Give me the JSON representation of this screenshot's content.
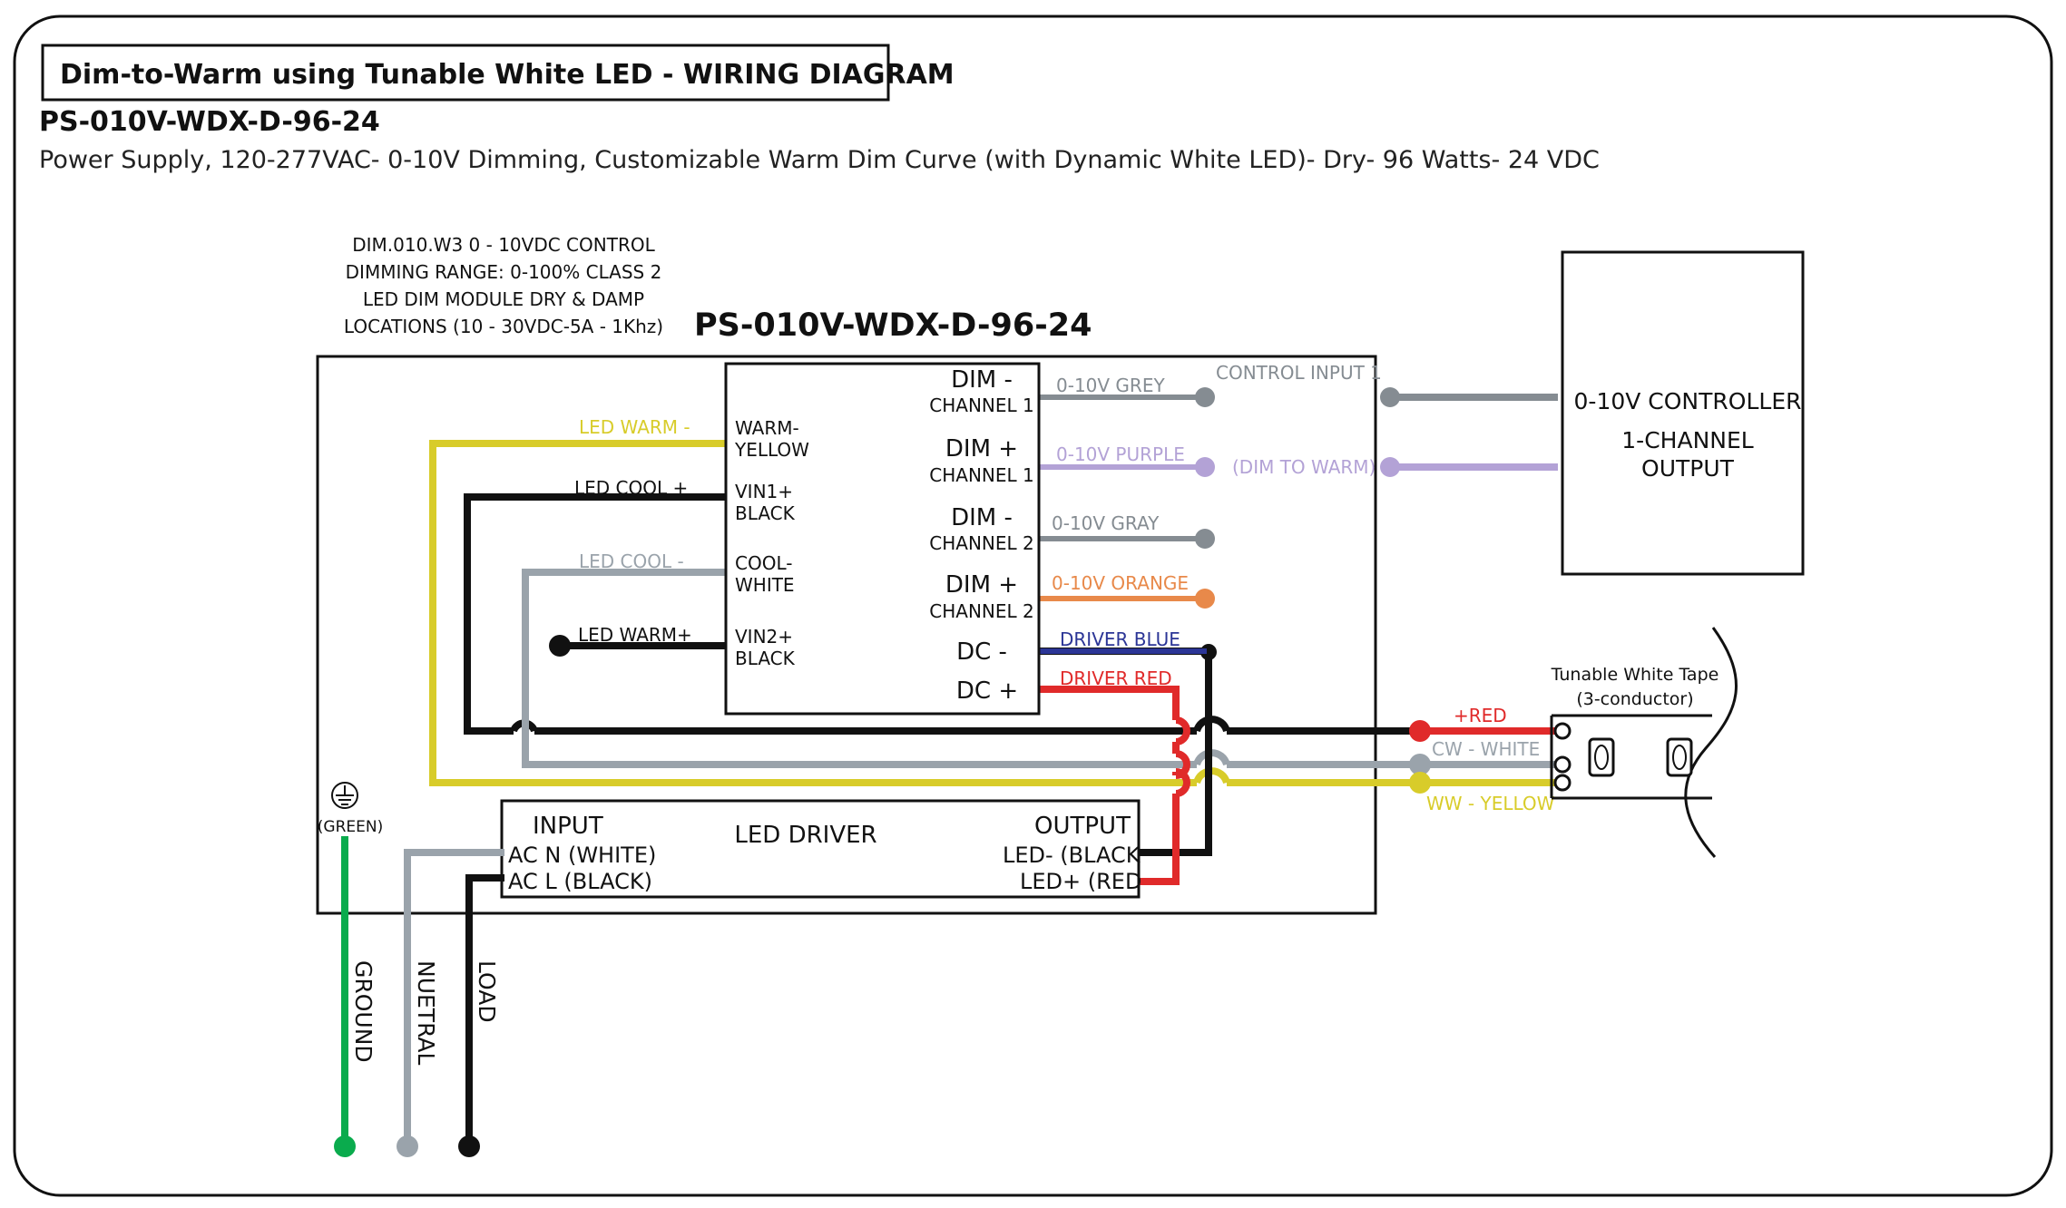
{
  "header": {
    "title": "Dim-to-Warm using Tunable White LED - WIRING DIAGRAM",
    "model": "PS-010V-WDX-D-96-24",
    "description": "Power Supply, 120-277VAC- 0-10V Dimming, Customizable Warm Dim Curve (with Dynamic White LED)- Dry- 96 Watts- 24 VDC"
  },
  "module_spec": {
    "line1": "DIM.010.W3 0 - 10VDC CONTROL",
    "line2": "DIMMING RANGE: 0-100% CLASS 2",
    "line3": "LED DIM MODULE DRY & DAMP",
    "line4": "LOCATIONS (10 - 30VDC-5A - 1Khz)"
  },
  "enclosure": {
    "title": "PS-010V-WDX-D-96-24"
  },
  "module": {
    "left_terminals": [
      {
        "line1": "WARM-",
        "line2": "YELLOW"
      },
      {
        "line1": "VIN1+",
        "line2": "BLACK"
      },
      {
        "line1": "COOL-",
        "line2": "WHITE"
      },
      {
        "line1": "VIN2+",
        "line2": "BLACK"
      }
    ],
    "right_terminals": [
      {
        "line1": "DIM -",
        "line2": "CHANNEL 1"
      },
      {
        "line1": "DIM +",
        "line2": "CHANNEL 1"
      },
      {
        "line1": "DIM -",
        "line2": "CHANNEL 2"
      },
      {
        "line1": "DIM +",
        "line2": "CHANNEL 2"
      },
      {
        "line1": "DC -"
      },
      {
        "line1": "DC +"
      }
    ]
  },
  "wire_labels": {
    "led_warm_minus": "LED WARM -",
    "led_cool_plus": "LED COOL +",
    "led_cool_minus": "LED COOL -",
    "led_warm_plus": "LED WARM+",
    "grey_010v": "0-10V GREY",
    "purple_010v": "0-10V PURPLE",
    "gray_010v": "0-10V GRAY",
    "orange_010v": "0-10V ORANGE",
    "driver_blue": "DRIVER BLUE",
    "driver_red": "DRIVER RED",
    "control_input": "CONTROL INPUT 1",
    "dim_to_warm": "(DIM TO WARM)",
    "red_plus": "+RED",
    "cw_white": "CW - WHITE",
    "ww_yellow": "WW - YELLOW"
  },
  "controller": {
    "line1": "0-10V CONTROLLER",
    "line2": "1-CHANNEL",
    "line3": "OUTPUT"
  },
  "tape": {
    "line1": "Tunable White Tape",
    "line2": "(3-conductor)"
  },
  "driver": {
    "title": "LED DRIVER",
    "input_label": "INPUT",
    "input_n": "AC N (WHITE)",
    "input_l": "AC L (BLACK)",
    "output_label": "OUTPUT",
    "output_neg": "LED- (BLACK",
    "output_pos": "LED+ (RED"
  },
  "supply": {
    "ground_symbol_label": "(GREEN)",
    "ground": "GROUND",
    "neutral": "NUETRAL",
    "load": "LOAD"
  },
  "colors": {
    "yellow": "#d8cc2a",
    "black": "#111111",
    "gray": "#9aa3ab",
    "grey_wire": "#858c92",
    "purple": "#b3a2d6",
    "orange": "#e8894a",
    "blue": "#2b3596",
    "red": "#e02a2a",
    "green": "#0aab4d"
  }
}
